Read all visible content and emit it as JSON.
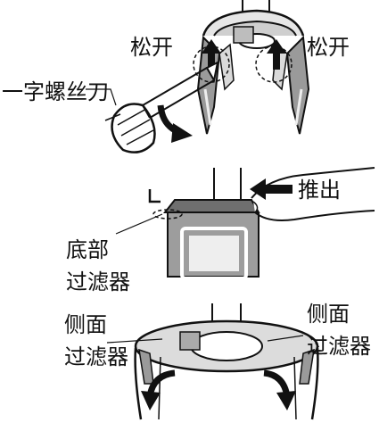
{
  "panel1": {
    "label_release_left": "松开",
    "label_release_right": "松开",
    "label_screwdriver": "一字螺丝刀"
  },
  "panel2": {
    "label_push_out": "推出",
    "label_bottom_filter": "底部\n过滤器"
  },
  "panel3": {
    "label_side_filter_left": "侧面\n过滤器",
    "label_side_filter_right": "侧面\n过滤器"
  }
}
